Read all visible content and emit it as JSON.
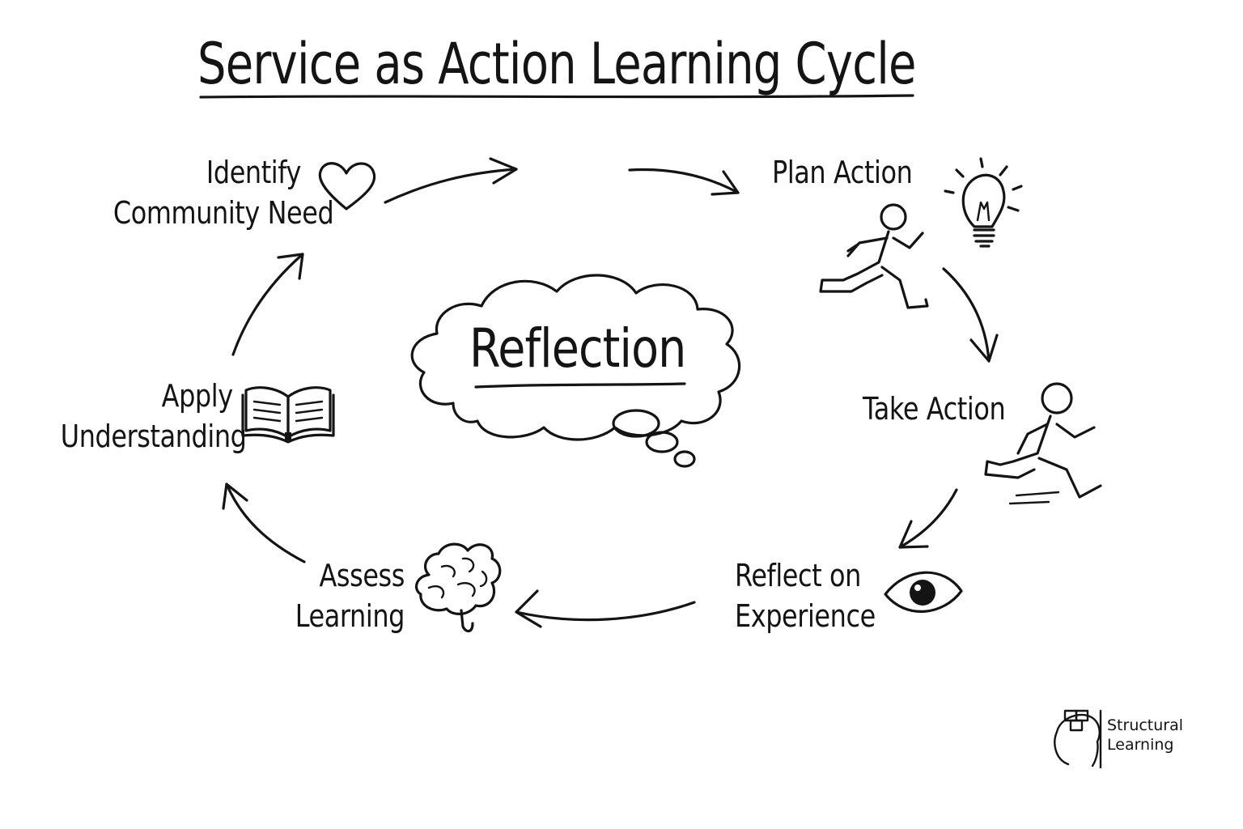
{
  "title": "Service as Action Learning Cycle",
  "center": {
    "label": "Reflection",
    "icon": "thought-cloud-icon"
  },
  "stages": [
    {
      "lines": [
        "Identify",
        "Community Need"
      ],
      "icon": "heart-icon"
    },
    {
      "lines": [
        "Plan Action"
      ],
      "icon": "lightbulb-icon"
    },
    {
      "lines": [
        "Take Action"
      ],
      "icon": "running-person-icon"
    },
    {
      "lines": [
        "Reflect on",
        "Experience"
      ],
      "icon": "eye-icon"
    },
    {
      "lines": [
        "Assess",
        "Learning"
      ],
      "icon": "brain-icon"
    },
    {
      "lines": [
        "Apply",
        "Understanding"
      ],
      "icon": "open-book-icon"
    }
  ],
  "brand": {
    "lines": [
      "Structural",
      "Learning"
    ],
    "icon": "head-puzzle-logo-icon"
  },
  "colors": {
    "ink": "#141414",
    "background": "#ffffff"
  }
}
